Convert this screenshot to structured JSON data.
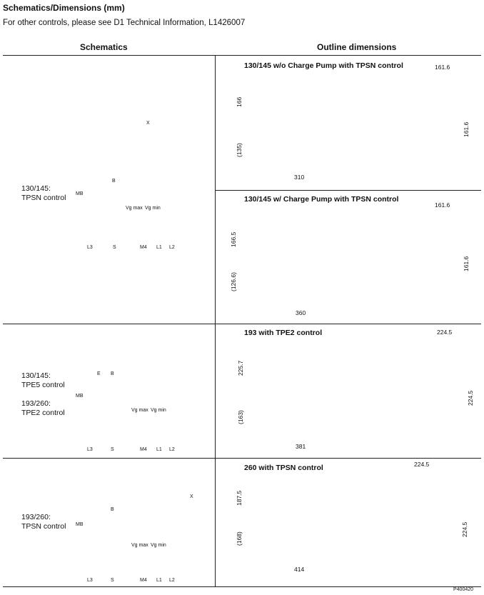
{
  "header": {
    "title": "Schematics/Dimensions (mm)",
    "subtitle": "For other controls, please see D1 Technical Information, L1426007"
  },
  "columns": {
    "schematics": "Schematics",
    "outline": "Outline dimensions"
  },
  "rows": [
    {
      "control_lines": [
        "130/145:",
        "TPSN control"
      ],
      "ports": {
        "x": "X",
        "b": "B",
        "mb": "MB",
        "l3": "L3",
        "s": "S",
        "m4": "M4",
        "l1": "L1",
        "l2": "L2",
        "vgmax": "Vg max",
        "vgmin": "Vg min"
      },
      "outline_title": "130/145 w/o Charge Pump with TPSN control",
      "dims": {
        "height_top": "166",
        "height_bottom": "(135)",
        "length": "310",
        "width_top": "161.6",
        "width_side": "161.6"
      }
    },
    {
      "outline_title": "130/145 w/ Charge Pump with TPSN control",
      "dims": {
        "height_top": "166.5",
        "height_bottom": "(126.6)",
        "length": "360",
        "width_top": "161.6",
        "width_side": "161.6"
      }
    },
    {
      "control_lines": [
        "130/145:",
        "TPE5 control",
        "193/260:",
        "TPE2 control"
      ],
      "ports": {
        "e": "E",
        "b": "B",
        "mb": "MB",
        "l3": "L3",
        "s": "S",
        "m4": "M4",
        "l1": "L1",
        "l2": "L2",
        "vgmax": "Vg max",
        "vgmin": "Vg min"
      },
      "outline_title": "193 with TPE2 control",
      "dims": {
        "height_top": "225.7",
        "height_bottom": "(163)",
        "length": "381",
        "width_top": "224.5",
        "width_side": "224.5"
      }
    },
    {
      "control_lines": [
        "193/260:",
        "TPSN control"
      ],
      "ports": {
        "x": "X",
        "b": "B",
        "mb": "MB",
        "l3": "L3",
        "s": "S",
        "m4": "M4",
        "l1": "L1",
        "l2": "L2",
        "vgmax": "Vg max",
        "vgmin": "Vg min"
      },
      "outline_title": "260 with TPSN control",
      "dims": {
        "height_top": "187.5",
        "height_bottom": "(168)",
        "length": "414",
        "width_top": "224.5",
        "width_side": "224.5"
      }
    }
  ],
  "figure_id": "P400420"
}
